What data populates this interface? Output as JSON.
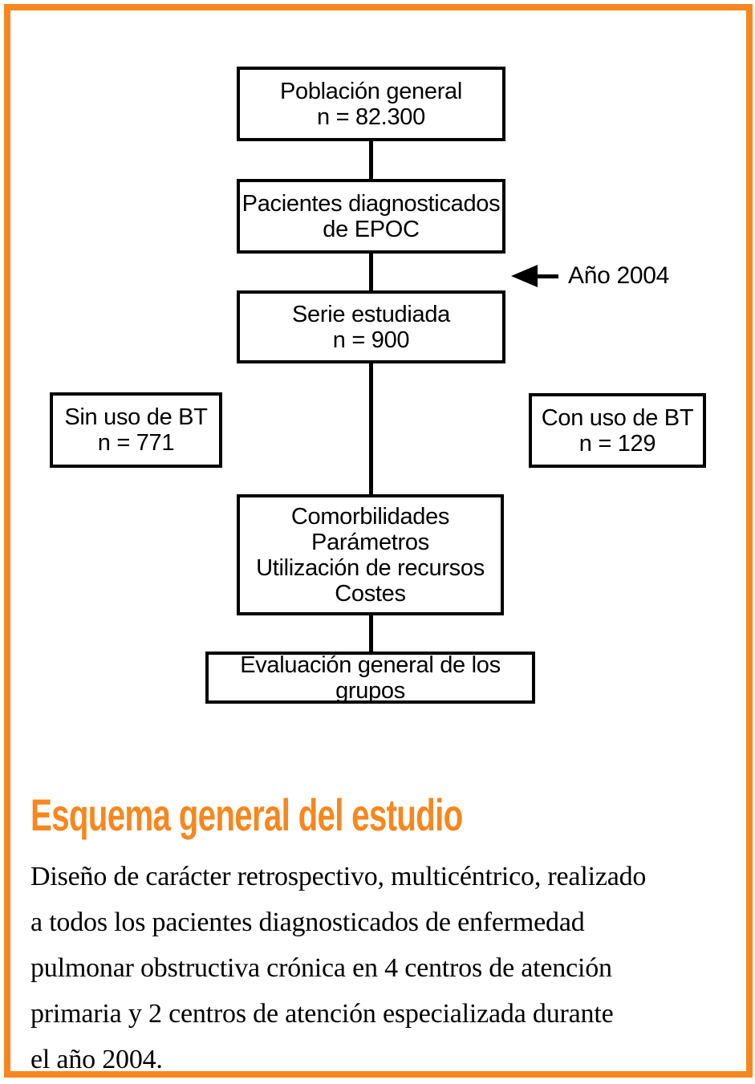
{
  "colors": {
    "accent_orange": "#F6871F",
    "diagram_ink": "#000000"
  },
  "flowchart": {
    "poblacion": {
      "text": "Población general\nn = 82.300"
    },
    "diagnosticados": {
      "text": "Pacientes diagnosticados\nde EPOC"
    },
    "serie": {
      "text": "Serie estudiada\nn = 900"
    },
    "sin_uso": {
      "text": "Sin uso de BT\nn = 771"
    },
    "con_uso": {
      "text": "Con uso de BT\nn = 129"
    },
    "comorbilidades": {
      "text": "Comorbilidades\nParámetros\nUtilización de recursos\nCostes"
    },
    "evaluacion": {
      "text": "Evaluación general de los grupos"
    },
    "annotation": {
      "label": "Año 2004"
    }
  },
  "caption": {
    "title": "Esquema general del estudio",
    "body": "Diseño de carácter retrospectivo, multicéntrico, realizado\na todos los pacientes diagnosticados de enfermedad\npulmonar obstructiva crónica en 4 centros de atención\nprimaria y 2 centros de atención especializada durante\nel año 2004."
  }
}
